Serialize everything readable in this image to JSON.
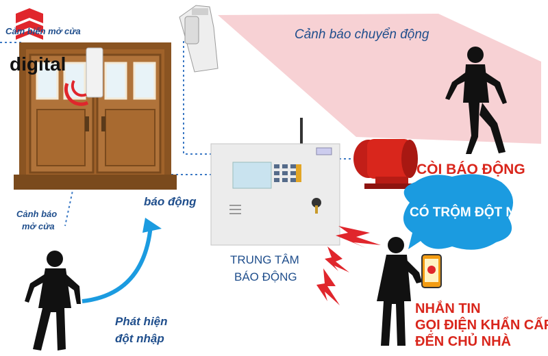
{
  "brand": {
    "name": "digital",
    "accent": "#e0262c"
  },
  "labels": {
    "door_sensor": "Cảm biến mở cửa",
    "motion_alert": "Cảnh báo chuyển động",
    "siren": "CÒI BÁO ĐỘNG",
    "speech_bubble": "CÓ TRỘM ĐỘT NHẬP",
    "door_alert_line1": "Cảnh báo",
    "door_alert_line2": "mở cửa",
    "alarm": "báo động",
    "control_center_line1": "TRUNG TÂM",
    "control_center_line2": "BÁO ĐỘNG",
    "detect_line1": "Phát hiện",
    "detect_line2": "đột nhập",
    "notify_line1": "NHẮN TIN",
    "notify_line2": "GỌI ĐIỆN KHẨN CẤP",
    "notify_line3": "ĐẾN CHỦ NHÀ"
  },
  "colors": {
    "text_blue": "#1f4e8c",
    "alert_red": "#d9261c",
    "bubble_blue": "#1b9be0",
    "motion_zone": "#f6c9cc",
    "door_wood": "#a0622a",
    "link_dotted": "#3a78c4"
  },
  "icons": [
    "digital-logo-icon",
    "door-icon",
    "door-sensor-icon",
    "motion-sensor-icon",
    "control-panel-icon",
    "siren-icon",
    "phone-icon",
    "burglar-icon",
    "owner-icon",
    "lightning-icon",
    "arrow-icon"
  ]
}
